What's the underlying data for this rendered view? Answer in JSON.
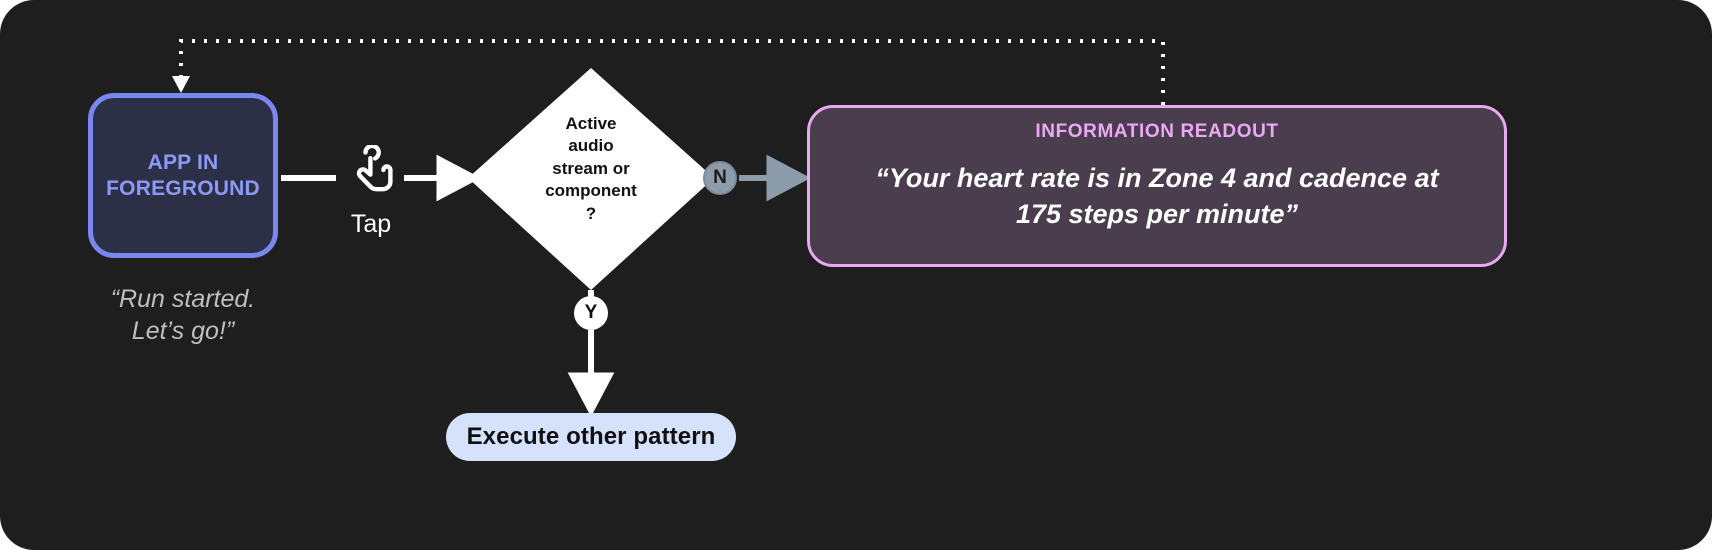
{
  "diagram": {
    "title": "App in foreground tap interaction flow",
    "background_color": "#1e1e1e"
  },
  "app_node": {
    "line1": "APP IN",
    "line2": "FOREGROUND",
    "border_color": "#7b87f0",
    "fill_color": "#2c3047",
    "text_color": "#8d99f7"
  },
  "app_caption": {
    "line1": "“Run started.",
    "line2": "Let’s go!”",
    "text_color": "#bfbfbf"
  },
  "tap": {
    "icon": "tap-gesture-icon",
    "label": "Tap"
  },
  "decision": {
    "line1": "Active",
    "line2": "audio",
    "line3": "stream or",
    "line4": "component",
    "line5": "?",
    "fill_color": "#ffffff",
    "text_color": "#111111"
  },
  "branches": {
    "no": {
      "label": "N",
      "badge_color": "#8d9cab",
      "arrow_color": "#8d9cab"
    },
    "yes": {
      "label": "Y",
      "badge_color": "#ffffff",
      "arrow_color": "#ffffff"
    }
  },
  "readout": {
    "title": "INFORMATION READOUT",
    "body_line1": "“Your heart rate is in Zone 4 and cadence at",
    "body_line2": "175 steps per minute”",
    "border_color": "#e7a9ef",
    "fill_color": "#4a3d4e",
    "title_color": "#eaa9f2",
    "body_color": "#ffffff"
  },
  "pattern_pill": {
    "label": "Execute other pattern",
    "fill_color": "#d6e2fb",
    "text_color": "#101010"
  },
  "feedback_loop": {
    "style": "dotted",
    "color": "#ffffff",
    "description": "return path from information readout to app in foreground"
  }
}
